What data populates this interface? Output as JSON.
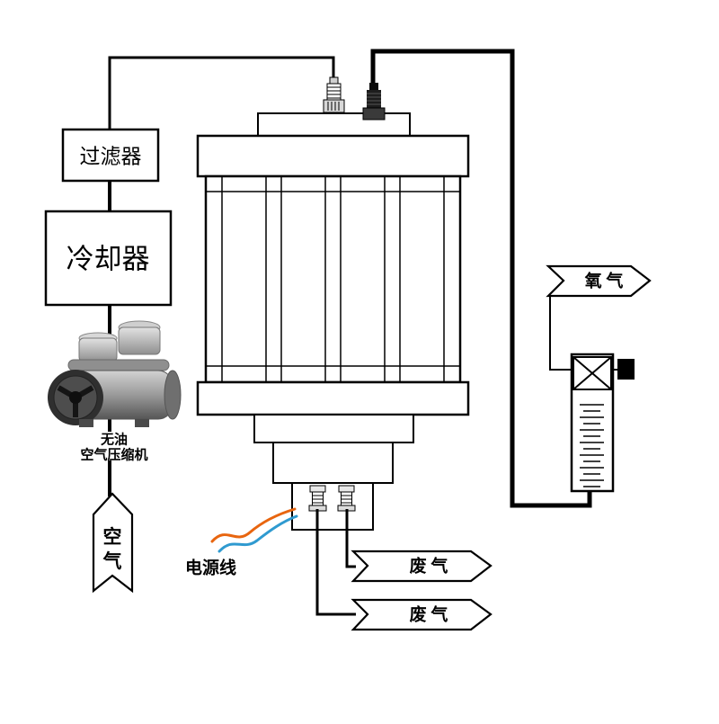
{
  "diagram": {
    "background": "#ffffff",
    "line_color": "#000000",
    "labels": {
      "filter": "过滤器",
      "cooler": "冷却器",
      "compressor_name_line1": "无油",
      "compressor_name_line2": "空气压缩机",
      "air_char_top": "空",
      "air_char_bottom": "气",
      "oxygen": "氧 气",
      "waste_gas_upper": "废 气",
      "waste_gas_lower": "废 气",
      "power_cord": "电源线"
    },
    "colors": {
      "power_wire_orange": "#e8650f",
      "power_wire_blue": "#2f9ad0"
    },
    "icons": {
      "air_compressor": "air-compressor-illustration",
      "flow_meter": "flow-meter",
      "valve": "valve-cross-icon"
    }
  }
}
